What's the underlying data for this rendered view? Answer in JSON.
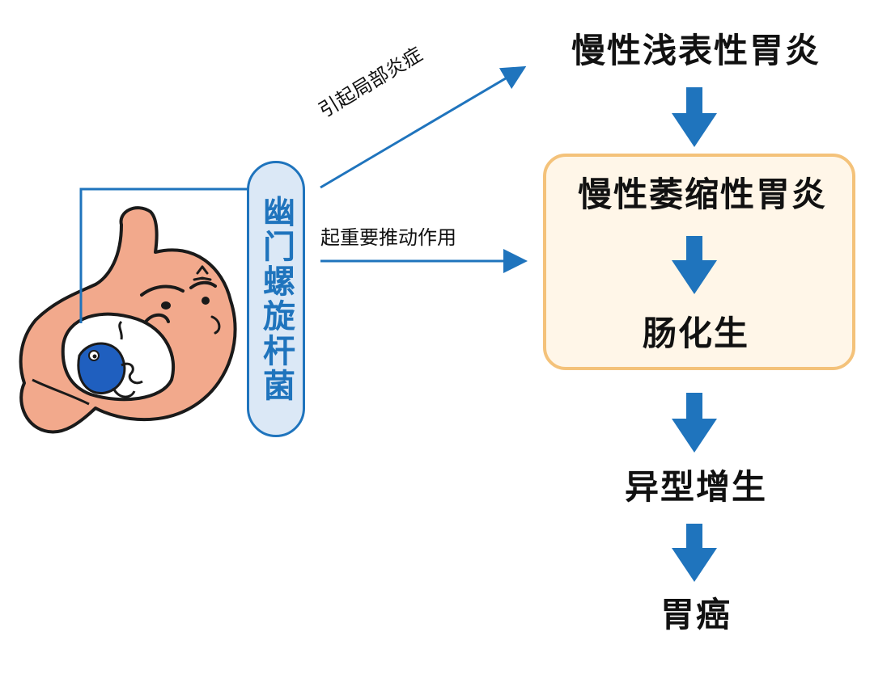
{
  "bacteria_label": "幽门螺旋杆菌",
  "edges": {
    "local_inflammation": "引起局部炎症",
    "key_driver": "起重要推动作用"
  },
  "stages": {
    "superficial_gastritis": "慢性浅表性胃炎",
    "atrophic_gastritis": "慢性萎缩性胃炎",
    "intestinal_metaplasia": "肠化生",
    "dysplasia": "异型增生",
    "gastric_cancer": "胃癌"
  },
  "colors": {
    "arrow_blue": "#1f74bd",
    "box_border": "#f4c27a",
    "box_fill": "#fff6e8",
    "stomach": "#f2a98c",
    "bacterium": "#1f5fbf"
  },
  "icons": [
    "stomach-illustration",
    "bacterium-icon",
    "angry-vein-icon"
  ]
}
